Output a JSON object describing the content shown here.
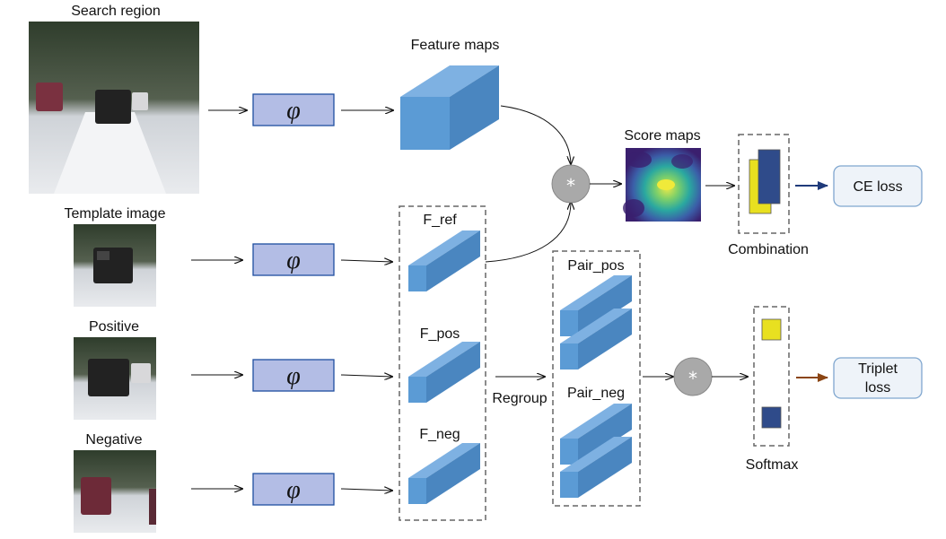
{
  "inputs": {
    "search_region": "Search region",
    "template_image": "Template image",
    "positive": "Positive",
    "negative": "Negative"
  },
  "phi_symbol": "φ",
  "features": {
    "feature_maps": "Feature maps",
    "f_ref": "F_ref",
    "f_pos": "F_pos",
    "f_neg": "F_neg"
  },
  "pairs": {
    "regroup": "Regroup",
    "pair_pos": "Pair_pos",
    "pair_neg": "Pair_neg"
  },
  "correlation_symbol": "*",
  "outputs": {
    "score_maps": "Score maps",
    "combination": "Combination",
    "softmax": "Softmax",
    "ce_loss": "CE loss",
    "triplet_loss_line1": "Triplet",
    "triplet_loss_line2": "loss"
  },
  "colors": {
    "encoder_fill": "#b3bde5",
    "encoder_stroke": "#1f4fa0",
    "cube_front": "#5b9bd5",
    "cube_top": "#7eb1e2",
    "cube_side": "#4a86c0",
    "loss_fill": "#eef3f9",
    "loss_stroke": "#7fa6cf",
    "ce_arrow": "#1f3a7a",
    "triplet_arrow": "#8b4513",
    "yellow": "#e8e020",
    "navy": "#2f4b8a"
  }
}
